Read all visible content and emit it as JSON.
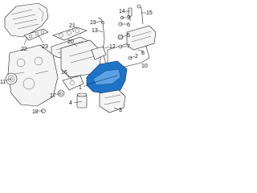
{
  "callouts": {
    "c1": "1",
    "c2": "2",
    "c3": "3",
    "c4": "4",
    "c5": "5",
    "c6": "6",
    "c7": "7",
    "c8": "8",
    "c9": "9",
    "c10": "10",
    "c11": "11",
    "c12": "12",
    "c13": "13",
    "c14": "14",
    "c15": "15",
    "c16": "16",
    "c17": "17",
    "c18": "18",
    "c19": "19",
    "c20": "20",
    "c21": "21",
    "c22": "22",
    "c23": "23"
  },
  "colors": {
    "highlight": "#1e73c8",
    "outline": "#222222",
    "background": "#ffffff"
  }
}
